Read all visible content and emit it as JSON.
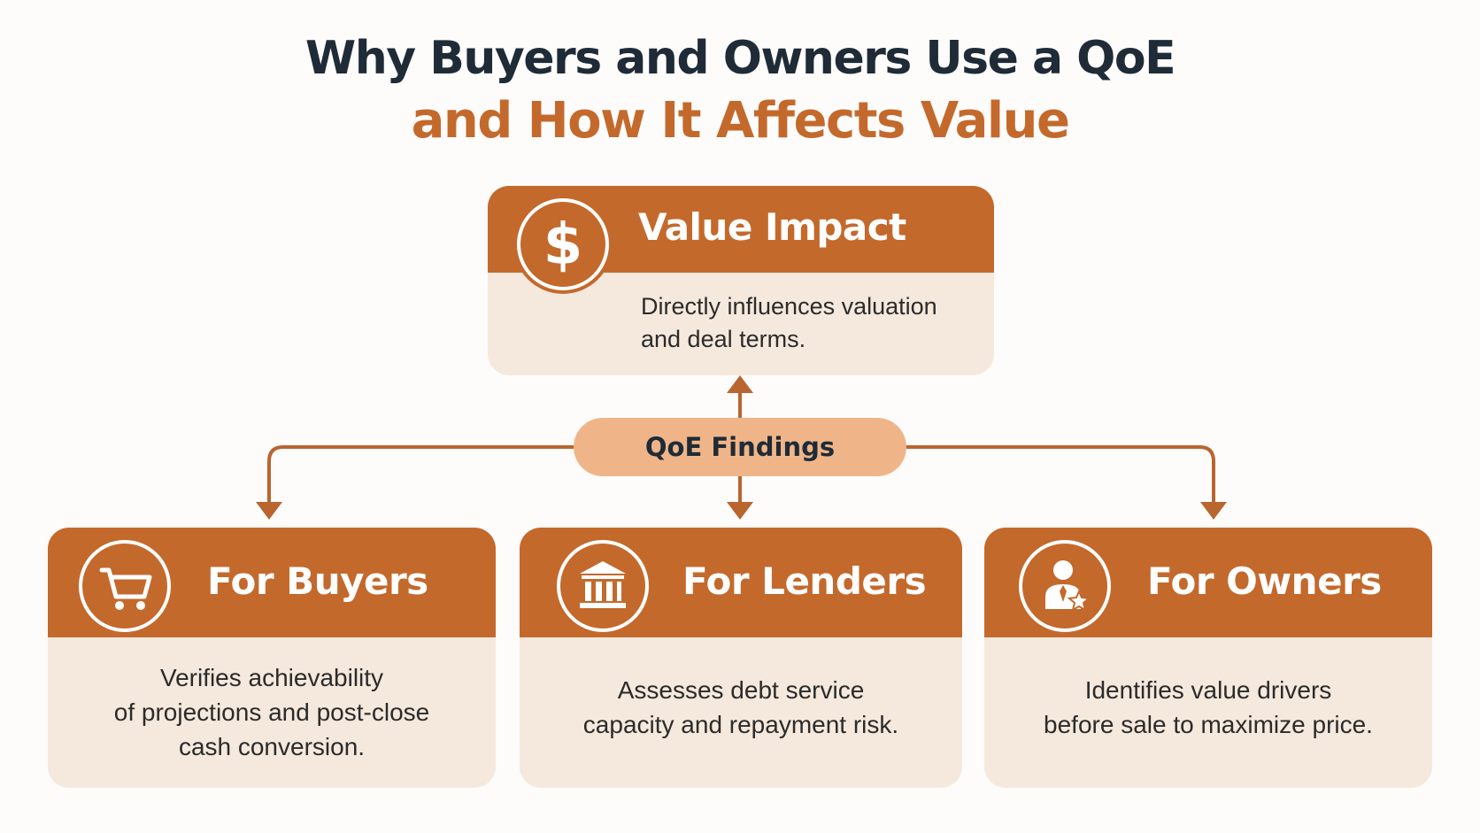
{
  "title": {
    "line1": "Why Buyers and Owners Use a QoE",
    "line2": "and How It Affects Value"
  },
  "center": {
    "label": "QoE Findings"
  },
  "value_impact": {
    "title": "Value Impact",
    "body_line1": "Directly influences valuation",
    "body_line2": "and deal terms.",
    "icon": "dollar-icon"
  },
  "buyers": {
    "title": "For Buyers",
    "body_line1": "Verifies achievability",
    "body_line2": "of projections and post-close",
    "body_line3": "cash conversion.",
    "icon": "shopping-cart-icon"
  },
  "lenders": {
    "title": "For Lenders",
    "body_line1": "Assesses debt service",
    "body_line2": "capacity and repayment risk.",
    "icon": "bank-icon"
  },
  "owners": {
    "title": "For Owners",
    "body_line1": "Identifies value drivers",
    "body_line2": "before sale to maximize price.",
    "icon": "owner-badge-icon"
  },
  "colors": {
    "accent": "#c4692c",
    "card_body": "#f5e9dd",
    "pill": "#efb589",
    "title_dark": "#1f2b36"
  }
}
